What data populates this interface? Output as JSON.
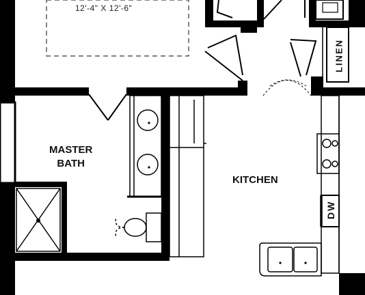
{
  "dimension_label": "12'-4\" X 12'-6\"",
  "rooms": {
    "master_bath": "MASTER\nBATH",
    "kitchen": "KITCHEN"
  },
  "fixtures": {
    "linen": "LINEN",
    "dishwasher": "DW"
  },
  "colors": {
    "wall": "#000000",
    "line": "#111111",
    "background": "#ffffff"
  }
}
